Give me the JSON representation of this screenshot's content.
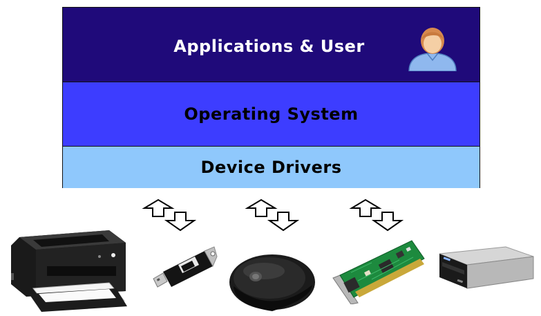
{
  "layers": [
    {
      "label": "Applications & User",
      "color": "#1f0a7a",
      "text_color": "#ffffff",
      "icon": "user-icon"
    },
    {
      "label": "Operating System",
      "color": "#3d3dff",
      "text_color": "#000000"
    },
    {
      "label": "Device Drivers",
      "color": "#8fc8fc",
      "text_color": "#000000"
    }
  ],
  "devices": [
    {
      "name": "printer",
      "icon": "printer-icon"
    },
    {
      "name": "usb-drive",
      "icon": "usb-drive-icon"
    },
    {
      "name": "mouse",
      "icon": "mouse-icon"
    },
    {
      "name": "network-card",
      "icon": "network-card-icon"
    },
    {
      "name": "optical-drive",
      "icon": "optical-drive-icon"
    }
  ],
  "connectors": [
    {
      "icon": "bidirectional-arrows-icon"
    },
    {
      "icon": "bidirectional-arrows-icon"
    },
    {
      "icon": "bidirectional-arrows-icon"
    }
  ]
}
